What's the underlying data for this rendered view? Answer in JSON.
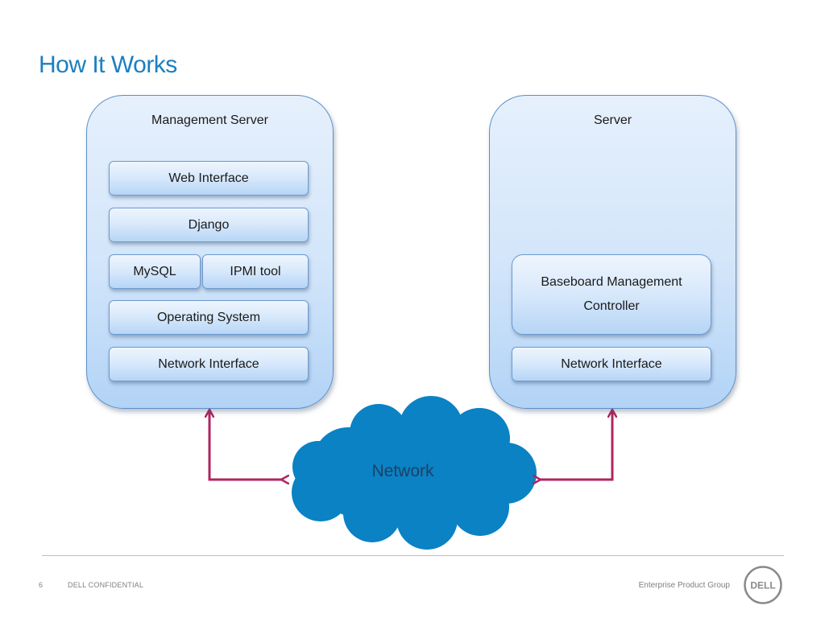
{
  "slide": {
    "title": "How It Works"
  },
  "management_server": {
    "title": "Management Server",
    "layers": {
      "web_interface": "Web Interface",
      "django": "Django",
      "mysql": "MySQL",
      "ipmi_tool": "IPMI tool",
      "operating_system": "Operating System",
      "network_interface": "Network Interface"
    }
  },
  "server": {
    "title": "Server",
    "layers": {
      "bmc": "Baseboard Management Controller",
      "network_interface": "Network Interface"
    }
  },
  "network": {
    "label": "Network"
  },
  "footer": {
    "page_number": "6",
    "confidential": "DELL CONFIDENTIAL",
    "group": "Enterprise Product Group",
    "logo_text": "DELL"
  },
  "colors": {
    "title": "#1a7fc1",
    "cloud_fill": "#0a82c4",
    "arrow": "#b0255f",
    "box_border": "#5b8fc7"
  }
}
